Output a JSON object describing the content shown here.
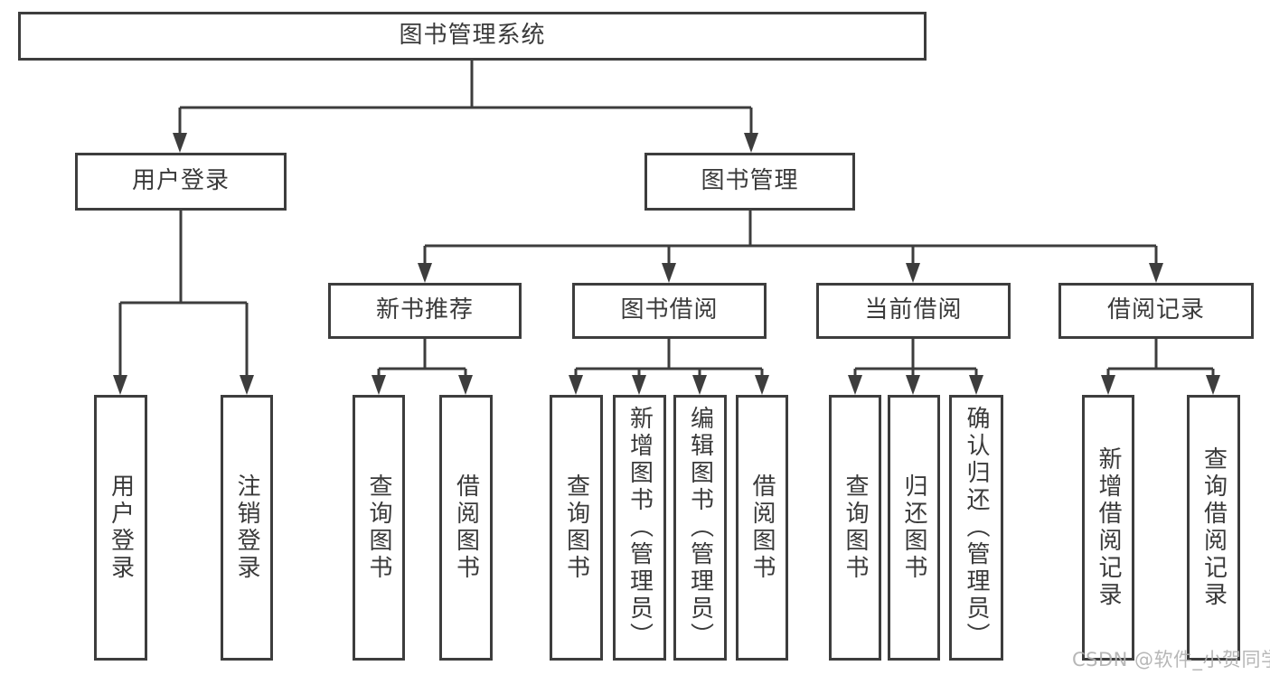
{
  "diagram": {
    "root": {
      "label": "图书管理系统"
    },
    "level2": {
      "user_login": "用户登录",
      "book_mgmt": "图书管理"
    },
    "level3": {
      "new_books": "新书推荐",
      "book_borrow": "图书借阅",
      "current_borrow": "当前借阅",
      "borrow_records": "借阅记录"
    },
    "leaves": {
      "user_login": [
        "用户登录",
        "注销登录"
      ],
      "new_books": [
        "查询图书",
        "借阅图书"
      ],
      "book_borrow": [
        "查询图书",
        "新增图书（管理员）",
        "编辑图书（管理员）",
        "借阅图书"
      ],
      "current_borrow": [
        "查询图书",
        "归还图书",
        "确认归还（管理员）"
      ],
      "borrow_records": [
        "新增借阅记录",
        "查询借阅记录"
      ]
    },
    "colors": {
      "line": "#3d3d3d",
      "box_fill": "#ffffff",
      "text": "#3a3a3a",
      "watermark": "#b0b0b0"
    }
  },
  "watermark": {
    "text": "CSDN @软件_小贺同学"
  }
}
